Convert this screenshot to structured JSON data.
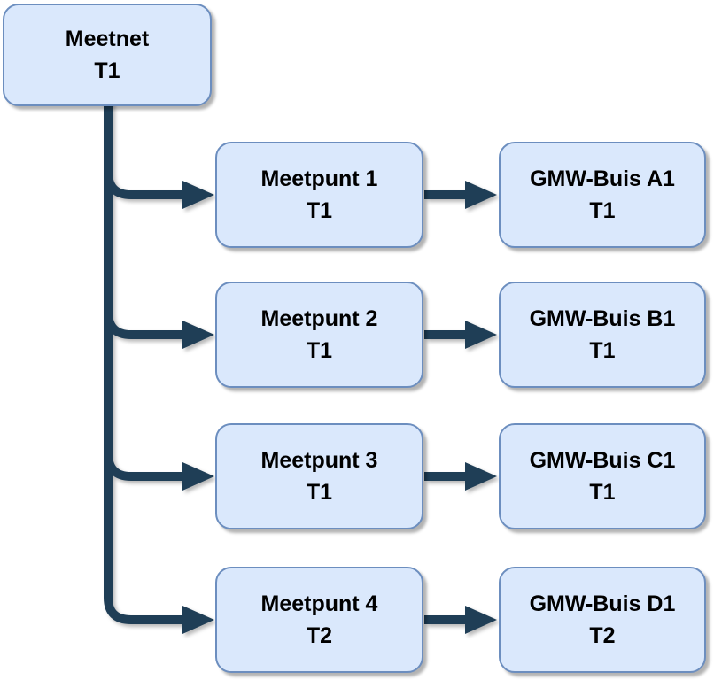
{
  "diagram_type": "tree",
  "nodes": {
    "meetnet": {
      "name": "Meetnet",
      "label": "T1"
    },
    "meetpunt_1": {
      "name": "Meetpunt 1",
      "label": "T1"
    },
    "meetpunt_2": {
      "name": "Meetpunt 2",
      "label": "T1"
    },
    "meetpunt_3": {
      "name": "Meetpunt 3",
      "label": "T1"
    },
    "meetpunt_4": {
      "name": "Meetpunt 4",
      "label": "T2"
    },
    "gmw_buis_a1": {
      "name": "GMW-Buis A1",
      "label": "T1"
    },
    "gmw_buis_b1": {
      "name": "GMW-Buis B1",
      "label": "T1"
    },
    "gmw_buis_c1": {
      "name": "GMW-Buis C1",
      "label": "T1"
    },
    "gmw_buis_d1": {
      "name": "GMW-Buis D1",
      "label": "T2"
    }
  },
  "edges": [
    {
      "from": "meetnet",
      "to": "meetpunt_1"
    },
    {
      "from": "meetnet",
      "to": "meetpunt_2"
    },
    {
      "from": "meetnet",
      "to": "meetpunt_3"
    },
    {
      "from": "meetnet",
      "to": "meetpunt_4"
    },
    {
      "from": "meetpunt_1",
      "to": "gmw_buis_a1"
    },
    {
      "from": "meetpunt_2",
      "to": "gmw_buis_b1"
    },
    {
      "from": "meetpunt_3",
      "to": "gmw_buis_c1"
    },
    {
      "from": "meetpunt_4",
      "to": "gmw_buis_d1"
    }
  ],
  "colors": {
    "node_fill": "#dae8fc",
    "node_border": "#6c8ebf",
    "arrow": "#1f3e56",
    "text": "#000000",
    "background": "#ffffff"
  }
}
